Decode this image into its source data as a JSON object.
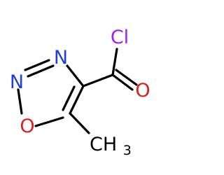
{
  "structure": {
    "atoms": {
      "chlorine": {
        "symbol": "Cl",
        "color": "#a020f0"
      },
      "nitrogen_1": {
        "symbol": "N",
        "color": "#1e3ee6"
      },
      "nitrogen_2": {
        "symbol": "N",
        "color": "#1e3ee6"
      },
      "oxygen_ring": {
        "symbol": "O",
        "color": "#e01e1e"
      },
      "oxygen_carbonyl": {
        "symbol": "O",
        "color": "#e01e1e"
      },
      "methyl": {
        "symbol": "CH",
        "subscript": "3",
        "color": "#000000"
      }
    }
  }
}
